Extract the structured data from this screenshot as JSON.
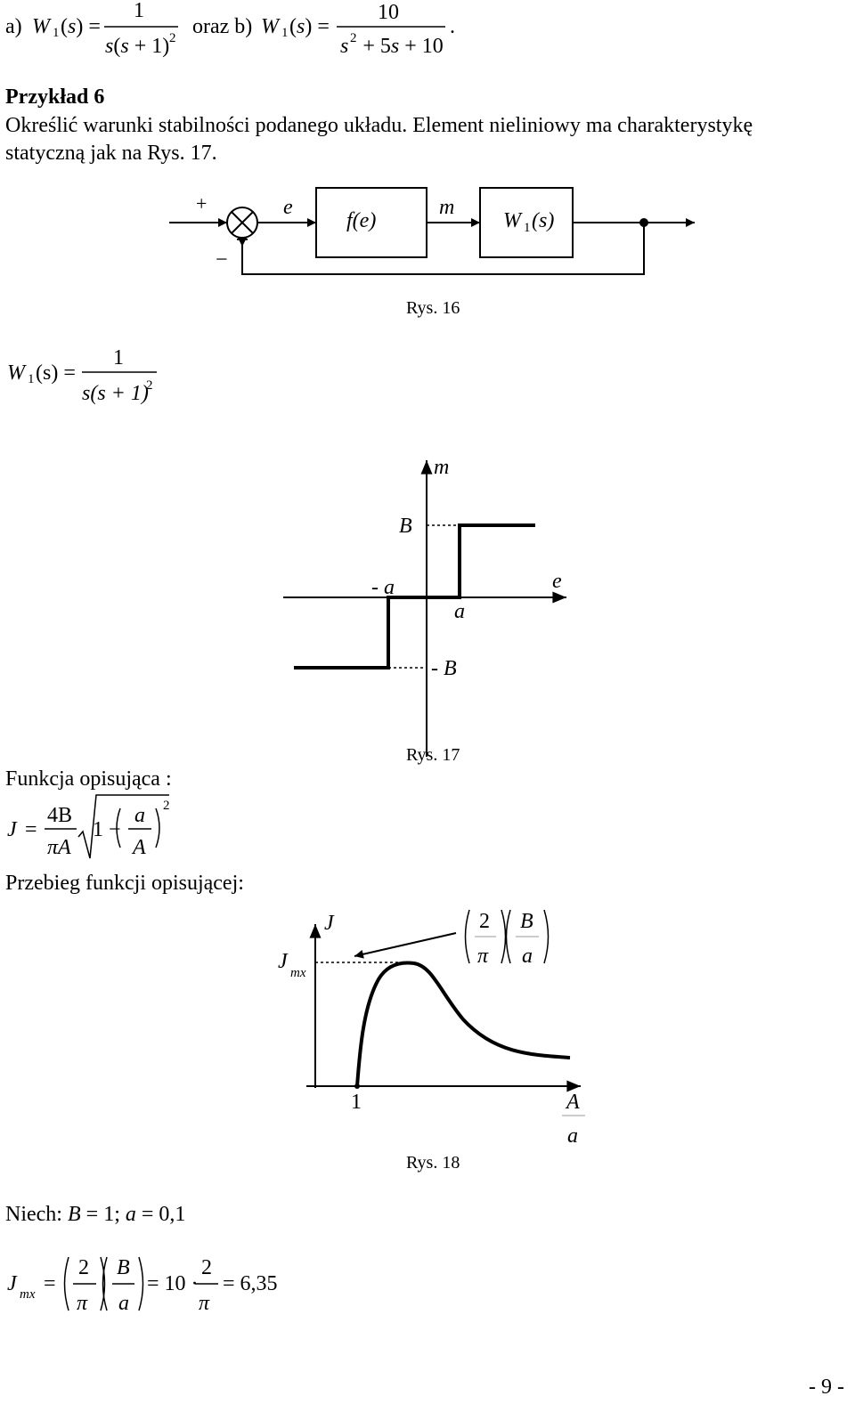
{
  "formulas_top": {
    "a_label": "a)",
    "W": "W",
    "one": "1",
    "s": "s",
    "eq": "=",
    "a_num": "1",
    "a_den_s": "s",
    "a_den_paren": "(",
    "a_den_s2": "s",
    "a_den_plus1": "+ 1)",
    "a_den_exp": "2",
    "oraz": "oraz b)",
    "b_num": "10",
    "b_den_s": "s",
    "b_den_exp": "2",
    "b_den_rest": "+ 5",
    "b_den_s2": "s",
    "b_den_10": "+ 10",
    "period": "."
  },
  "example": {
    "heading": "Przykład 6",
    "line1": "Określić warunki stabilności podanego układu. Element nieliniowy ma charakterystykę",
    "line2": "statyczną jak na Rys. 17."
  },
  "fig16": {
    "plus": "+",
    "minus": "−",
    "e": "e",
    "fe": "f(e)",
    "m": "m",
    "W1": "W",
    "W1_sub": "1",
    "W1_args": "(s)",
    "caption": "Rys. 16"
  },
  "transfer": {
    "W": "W",
    "sub": "1",
    "args": "(s) =",
    "num": "1",
    "den": "s(s + 1)",
    "exp": "2"
  },
  "fig17": {
    "m": "m",
    "B": "B",
    "neg_a": "- a",
    "a": "a",
    "e": "e",
    "neg_B": "- B",
    "caption": "Rys. 17",
    "characteristic": {
      "type": "relay with dead zone",
      "dead_zone": [
        "-a",
        "a"
      ],
      "levels": [
        "-B",
        "0",
        "B"
      ]
    }
  },
  "describing": {
    "label": "Funkcja opisująca :",
    "J": "J",
    "eq": "=",
    "num": "4B",
    "den": "πA",
    "one_minus": "1 −",
    "a": "a",
    "A": "A",
    "exp": "2",
    "course": "Przebieg funkcji opisującej:"
  },
  "fig18": {
    "J": "J",
    "Jmx": "J",
    "Jmx_sub": "mx",
    "frac1_num": "2",
    "frac1_den": "π",
    "frac2_num": "B",
    "frac2_den": "a",
    "x_one": "1",
    "x_A": "A",
    "x_a": "a",
    "caption": "Rys. 18"
  },
  "bottom": {
    "niech": "Niech: ",
    "B": "B",
    "eq1": " = 1; ",
    "a": "a",
    "eq2": " = 0,1",
    "J": "J",
    "J_sub": "mx",
    "eq": "=",
    "f1_num": "2",
    "f1_den": "π",
    "f2_num": "B",
    "f2_den": "a",
    "mid": "= 10 ·",
    "f3_num": "2",
    "f3_den": "π",
    "result": "= 6,35"
  },
  "page_number": "- 9 -"
}
